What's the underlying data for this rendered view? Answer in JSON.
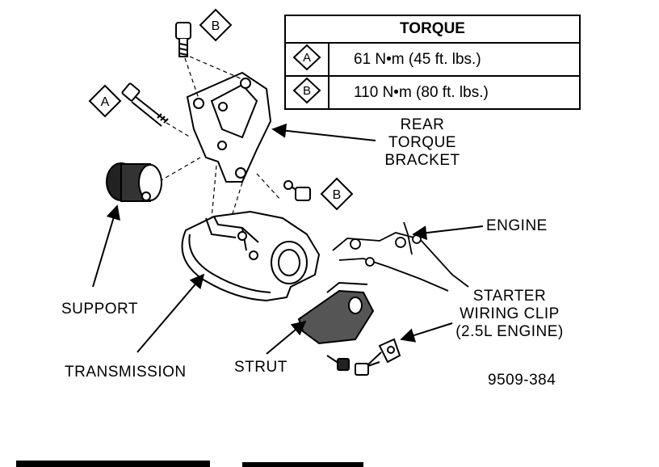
{
  "table": {
    "header": "TORQUE",
    "rows": [
      {
        "key": "A",
        "value": "61 N•m (45 ft. lbs.)"
      },
      {
        "key": "B",
        "value": "110 N•m (80 ft. lbs.)"
      }
    ]
  },
  "callouts": {
    "a_top": "A",
    "b_top": "B",
    "b_mid": "B"
  },
  "labels": {
    "bracket_line1": "REAR",
    "bracket_line2": "TORQUE",
    "bracket_line3": "BRACKET",
    "engine": "ENGINE",
    "support": "SUPPORT",
    "starter_line1": "STARTER",
    "starter_line2": "WIRING CLIP",
    "starter_line3": "(2.5L ENGINE)",
    "transmission": "TRANSMISSION",
    "strut": "STRUT",
    "figure_number": "9509-384"
  }
}
